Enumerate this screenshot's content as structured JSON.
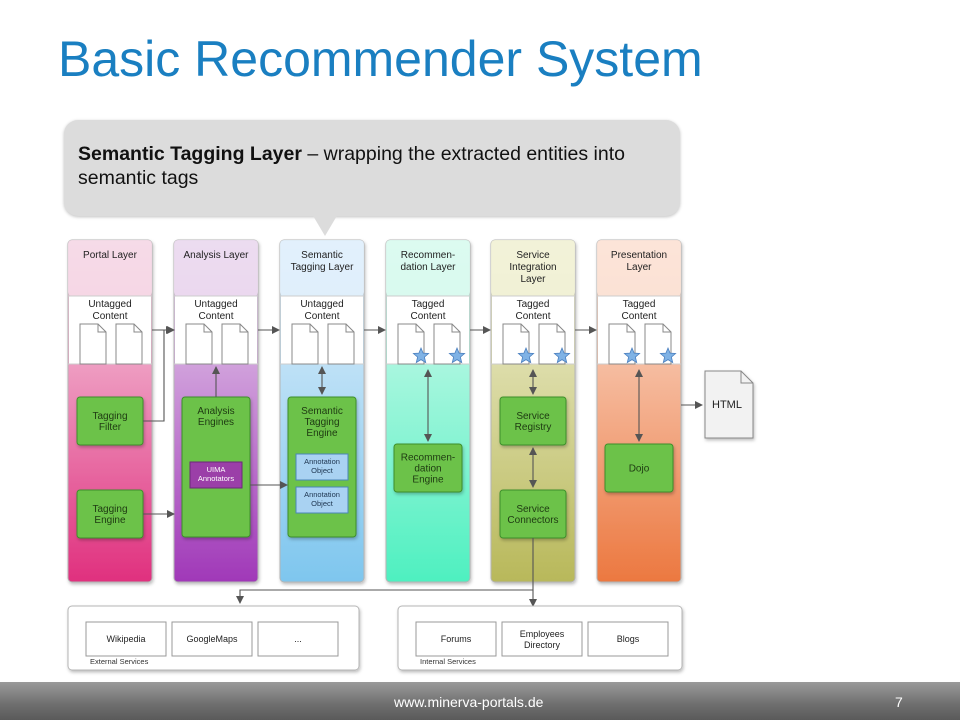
{
  "slide": {
    "title": "Basic Recommender System",
    "callout_bold": "Semantic Tagging Layer",
    "callout_rest": " – wrapping the extracted entities into semantic tags",
    "footer_url": "www.minerva-portals.de",
    "page_number": "7"
  },
  "layers": [
    {
      "title": [
        "Portal Layer"
      ],
      "content_label": [
        "Untagged",
        "Content"
      ],
      "tagged": false,
      "colors": {
        "top": "#f6dbe8",
        "bottom": "#e0307e"
      },
      "engines": [
        {
          "label": [
            "Tagging",
            "Filter"
          ]
        },
        {
          "label": [
            "Tagging",
            "Engine"
          ]
        }
      ]
    },
    {
      "title": [
        "Analysis Layer"
      ],
      "content_label": [
        "Untagged",
        "Content"
      ],
      "tagged": false,
      "colors": {
        "top": "#ecdcf0",
        "bottom": "#a038b8"
      },
      "engines": [
        {
          "label": [
            "Analysis",
            "Engines"
          ],
          "annotators": [
            "UIMA",
            "Annotators"
          ]
        }
      ]
    },
    {
      "title": [
        "Semantic",
        "Tagging Layer"
      ],
      "content_label": [
        "Untagged",
        "Content"
      ],
      "tagged": false,
      "colors": {
        "top": "#e2f0fb",
        "bottom": "#7ec6ee"
      },
      "engines": [
        {
          "label": [
            "Semantic",
            "Tagging",
            "Engine"
          ],
          "objects": [
            [
              "Annotation",
              "Object"
            ],
            [
              "Annotation",
              "Object"
            ]
          ]
        }
      ]
    },
    {
      "title": [
        "Recommen-",
        "dation Layer"
      ],
      "content_label": [
        "Tagged",
        "Content"
      ],
      "tagged": true,
      "colors": {
        "top": "#dcfaf0",
        "bottom": "#4ef0c0"
      },
      "engines": [
        {
          "label": [
            "Recommen-",
            "dation",
            "Engine"
          ]
        }
      ]
    },
    {
      "title": [
        "Service",
        "Integration",
        "Layer"
      ],
      "content_label": [
        "Tagged",
        "Content"
      ],
      "tagged": true,
      "colors": {
        "top": "#f2f2d8",
        "bottom": "#b8b85a"
      },
      "engines": [
        {
          "label": [
            "Service",
            "Registry"
          ]
        },
        {
          "label": [
            "Service",
            "Connectors"
          ]
        }
      ]
    },
    {
      "title": [
        "Presentation",
        "Layer"
      ],
      "content_label": [
        "Tagged",
        "Content"
      ],
      "tagged": true,
      "colors": {
        "top": "#fbe4d8",
        "bottom": "#ec7840"
      },
      "engines": [
        {
          "label": [
            "Dojo"
          ]
        }
      ]
    }
  ],
  "output_doc": "HTML",
  "external_services": {
    "label": "External Services",
    "items": [
      "Wikipedia",
      "GoogleMaps",
      "..."
    ]
  },
  "internal_services": {
    "label": "Internal Services",
    "items": [
      [
        "Forums"
      ],
      [
        "Employees",
        "Directory"
      ],
      [
        "Blogs"
      ]
    ]
  },
  "colors": {
    "title": "#1a7fc1",
    "engine_green": "#6cc24a",
    "star": "#7fb2e5",
    "annotators": "#9b3fa8",
    "object_blue": "#a9d2f2"
  }
}
